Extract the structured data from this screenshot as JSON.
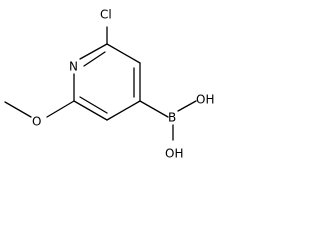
{
  "molecule": {
    "atoms": {
      "chlorine": "Cl",
      "nitrogen": "N",
      "oxygen_methoxy": "O",
      "boron": "B",
      "hydroxyl_upper": "OH",
      "hydroxyl_lower": "OH"
    },
    "colors": {
      "bond": "#000000",
      "label": "#000000",
      "background": "#ffffff"
    }
  }
}
